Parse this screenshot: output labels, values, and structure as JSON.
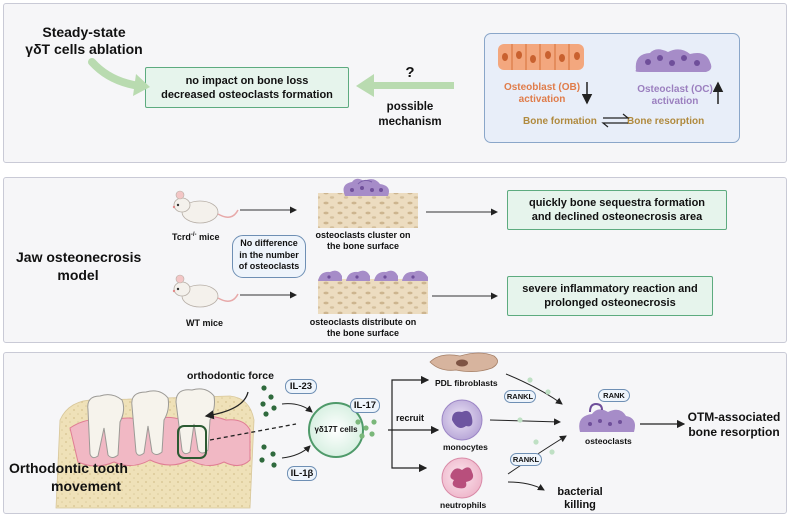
{
  "panel1": {
    "title_line1": "Steady-state",
    "title_line2": "γδT cells ablation",
    "result_line1": "no impact on bone loss",
    "result_line2": "decreased osteoclasts formation",
    "question_mark": "?",
    "mechanism_line1": "possible",
    "mechanism_line2": "mechanism",
    "ob_line1": "Osteoblast (OB)",
    "ob_line2": "activation",
    "oc_line1": "Osteoclast (OC)",
    "oc_line2": "activation",
    "bone_formation": "Bone formation",
    "bone_resorption": "Bone resorption"
  },
  "panel2": {
    "title_line1": "Jaw osteonecrosis",
    "title_line2": "model",
    "tcrd_label": "Tcrd",
    "tcrd_sup": "-/-",
    "tcrd_suffix": " mice",
    "wt_label": "WT mice",
    "no_diff_line1": "No difference",
    "no_diff_line2": "in the number",
    "no_diff_line3": "of osteoclasts",
    "cluster_line1": "osteoclasts cluster on",
    "cluster_line2": "the bone surface",
    "distribute_line1": "osteoclasts distribute on",
    "distribute_line2": "the bone surface",
    "outcome1_line1": "quickly bone sequestra formation",
    "outcome1_line2": "and declined osteonecrosis area",
    "outcome2_line1": "severe inflammatory reaction and",
    "outcome2_line2": "prolonged osteonecrosis"
  },
  "panel3": {
    "title_line1": "Orthodontic tooth",
    "title_line2": "movement",
    "orthodontic_force": "orthodontic force",
    "il23": "IL-23",
    "il1b": "IL-1β",
    "il17": "IL-17",
    "cell": "γδ17T cells",
    "recruit": "recruit",
    "pdl": "PDL fibroblasts",
    "monocytes": "monocytes",
    "neutrophils": "neutrophils",
    "rankl_1": "RANKL",
    "rankl_2": "RANKL",
    "rank": "RANK",
    "osteoclasts": "osteoclasts",
    "bacterial_line1": "bacterial",
    "bacterial_line2": "killing",
    "outcome_line1": "OTM-associated",
    "outcome_line2": "bone resorption"
  },
  "colors": {
    "green_box": "#e6f4ec",
    "green_border": "#5dab7f",
    "osteoblast": "#ee8a55",
    "osteoclast": "#9b7fbf",
    "bone": "#ead9bd",
    "pill_border": "#6e8fb4",
    "cytokine_dot": "#2f6a3d",
    "il17_dot": "#7ab77a"
  }
}
